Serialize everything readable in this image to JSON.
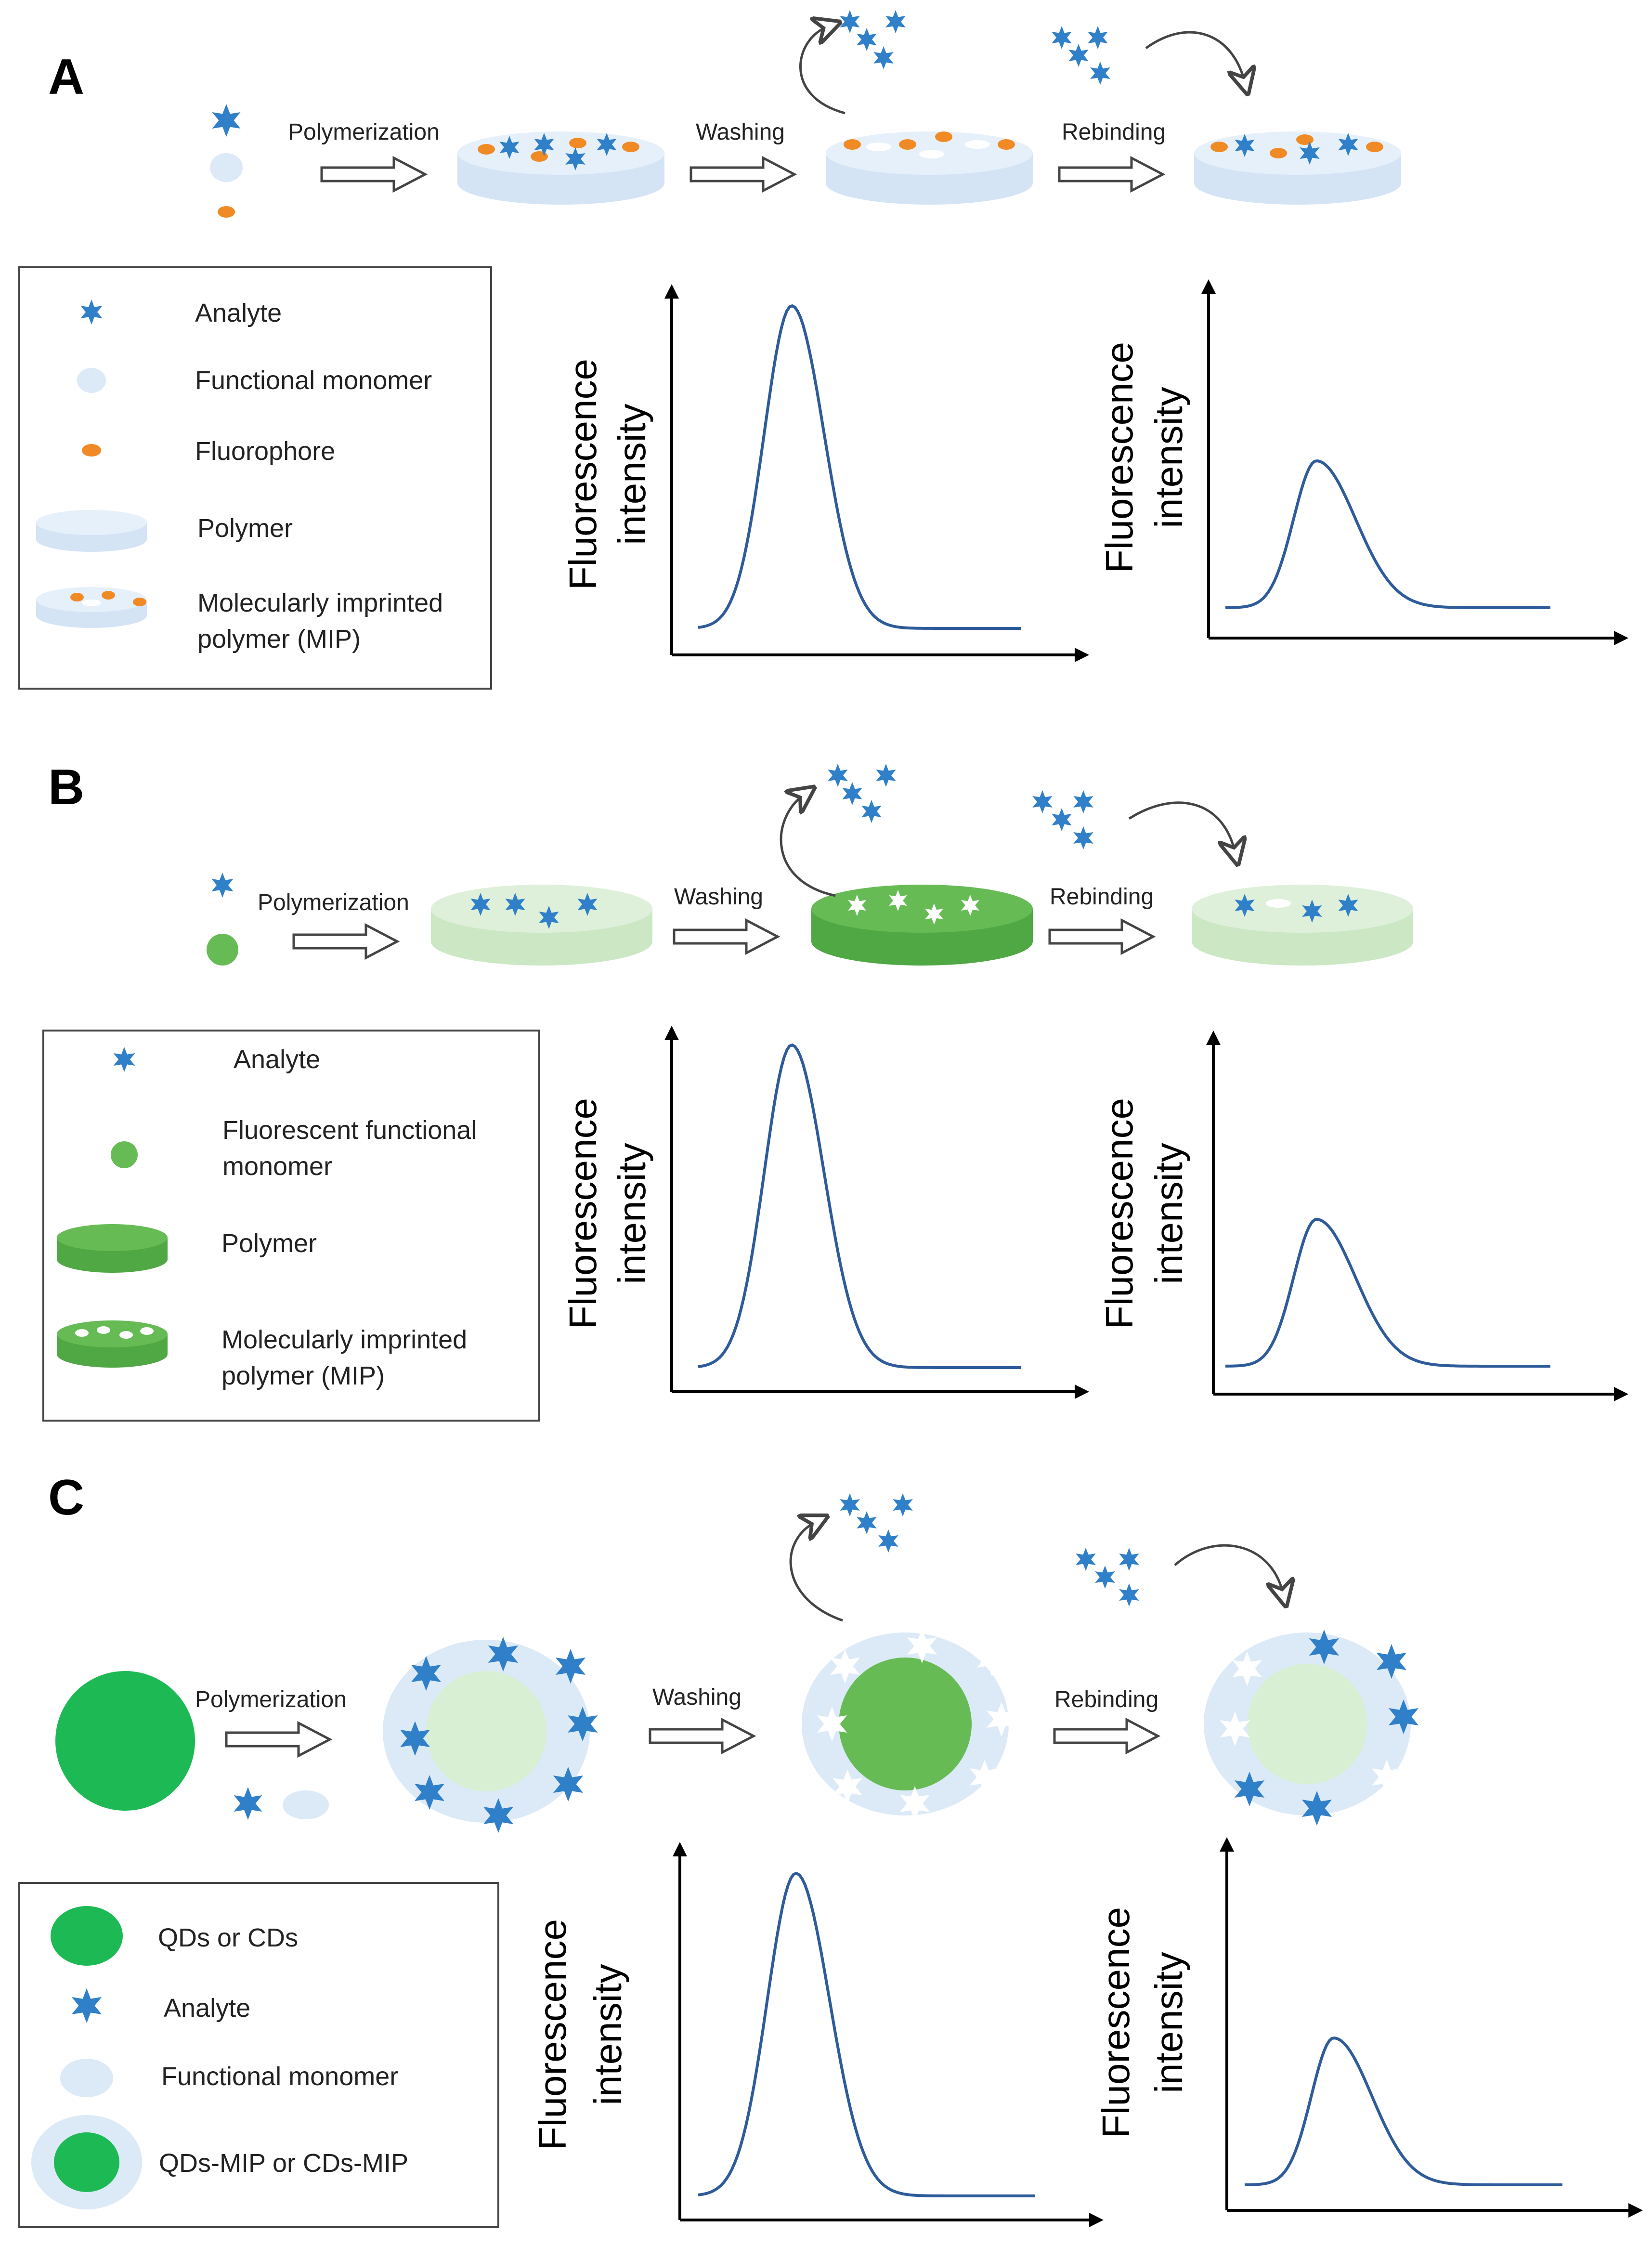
{
  "colors": {
    "analyte": "#2f7fc9",
    "monomer": "#dce9f7",
    "fluorophore": "#f08a24",
    "polymer_top": "#e6f0fb",
    "polymer_side": "#d4e4f5",
    "green_light": "#d9efd3",
    "green_mid": "#66bb55",
    "green_bright": "#1db955",
    "curve": "#2e5b9a",
    "axis": "#000000"
  },
  "panels": [
    {
      "letter": "A",
      "steps": [
        "Polymerization",
        "Washing",
        "Rebinding"
      ],
      "legend": [
        "Analyte",
        "Functional monomer",
        "Fluorophore",
        "Polymer",
        "Molecularly imprinted",
        "polymer (MIP)"
      ],
      "ylabel": [
        "Fluorescence",
        "intensity"
      ],
      "curves": [
        {
          "icon": "high-peak-curve",
          "peak": "high"
        },
        {
          "icon": "low-peak-curve",
          "peak": "low"
        }
      ]
    },
    {
      "letter": "B",
      "steps": [
        "Polymerization",
        "Washing",
        "Rebinding"
      ],
      "legend": [
        "Analyte",
        "Fluorescent functional",
        "monomer",
        "Polymer",
        "Molecularly imprinted",
        "polymer (MIP)"
      ],
      "ylabel": [
        "Fluorescence",
        "intensity"
      ],
      "curves": [
        {
          "icon": "high-peak-curve",
          "peak": "high"
        },
        {
          "icon": "low-peak-curve",
          "peak": "low"
        }
      ]
    },
    {
      "letter": "C",
      "steps": [
        "Polymerization",
        "Washing",
        "Rebinding"
      ],
      "legend": [
        "QDs or CDs",
        "Analyte",
        "Functional monomer",
        "QDs-MIP or CDs-MIP"
      ],
      "ylabel": [
        "Fluorescence",
        "intensity"
      ],
      "curves": [
        {
          "icon": "high-peak-curve",
          "peak": "high"
        },
        {
          "icon": "low-peak-curve",
          "peak": "low"
        }
      ]
    }
  ]
}
